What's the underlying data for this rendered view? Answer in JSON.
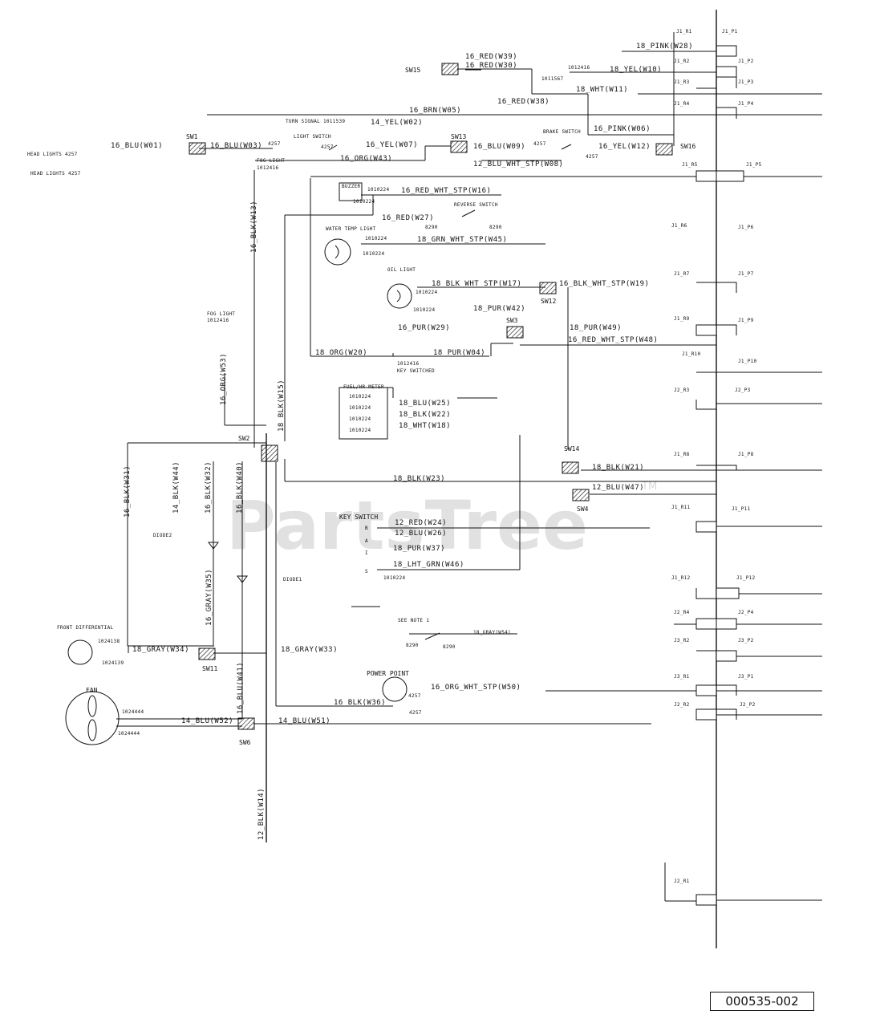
{
  "watermark": {
    "text": "PartsTree",
    "trademark": "TM"
  },
  "drawing_number": "000535-002",
  "connectors": {
    "j1_r1": "J1_R1",
    "j1_p1": "J1_P1",
    "j1_r2": "J1_R2",
    "j1_p2": "J1_P2",
    "j1_r3": "J1_R3",
    "j1_p3": "J1_P3",
    "j1_r4": "J1_R4",
    "j1_p4": "J1_P4",
    "j1_r5": "J1_R5",
    "j1_p5": "J1_P5",
    "j1_r6": "J1_R6",
    "j1_p6": "J1_P6",
    "j1_r7": "J1_R7",
    "j1_p7": "J1_P7",
    "j1_r9": "J1_R9",
    "j1_p9": "J1_P9",
    "j1_r10": "J1_R10",
    "j1_p10": "J1_P10",
    "j2_r3": "J2_R3",
    "j2_p3": "J2_P3",
    "j1_r8": "J1_R8",
    "j1_p8": "J1_P8",
    "j1_r11": "J1_R11",
    "j1_p11": "J1_P11",
    "j1_r12": "J1_R12",
    "j1_p12": "J1_P12",
    "j2_r4": "J2_R4",
    "j2_p4": "J2_P4",
    "j3_r2": "J3_R2",
    "j3_p2": "J3_P2",
    "j3_r1": "J3_R1",
    "j3_p1": "J3_P1",
    "j2_r2": "J2_R2",
    "j2_p2": "J2_P2",
    "j2_r1": "J2_R1"
  },
  "switches": {
    "sw15": "SW15",
    "sw13": "SW13",
    "sw16": "SW16",
    "sw1": "SW1",
    "sw12": "SW12",
    "sw3": "SW3",
    "sw2": "SW2",
    "sw14": "SW14",
    "sw4": "SW4",
    "sw11": "SW11",
    "sw6": "SW6"
  },
  "wires": {
    "w28": "18_PINK(W28)",
    "w39": "16_RED(W39)",
    "w30": "16_RED(W30)",
    "w10": "18_YEL(W10)",
    "w11": "18_WHT(W11)",
    "w38": "16_RED(W38)",
    "w05": "16_BRN(W05)",
    "w02": "14_YEL(W02)",
    "w06": "16_PINK(W06)",
    "w01": "16_BLU(W01)",
    "w03": "16_BLU(W03)",
    "w07": "16_YEL(W07)",
    "w09": "16_BLU(W09)",
    "w12": "16_YEL(W12)",
    "w43": "16_ORG(W43)",
    "w08": "12_BLU_WHT_STP(W08)",
    "w16": "16_RED_WHT_STP(W16)",
    "w27": "16_RED(W27)",
    "w45": "18_GRN_WHT_STP(W45)",
    "w17": "18_BLK_WHT_STP(W17)",
    "w19": "16_BLK_WHT_STP(W19)",
    "w42": "18_PUR(W42)",
    "w29": "16_PUR(W29)",
    "w49": "18_PUR(W49)",
    "w48": "16_RED_WHT_STP(W48)",
    "w20": "18_ORG(W20)",
    "w04": "18_PUR(W04)",
    "w13": "16_BLK(W13)",
    "w53": "16_ORG(W53)",
    "w15": "18_BLK(W15)",
    "w25": "18_BLU(W25)",
    "w22": "18_BLK(W22)",
    "w18": "18_WHT(W18)",
    "w21": "18_BLK(W21)",
    "w23": "18_BLK(W23)",
    "w47": "12_BLU(W47)",
    "w31": "16_BLK(W31)",
    "w44": "14_BLK(W44)",
    "w32": "16_BLK(W32)",
    "w40": "16_BLK(W40)",
    "w24": "12_RED(W24)",
    "w26": "12_BLU(W26)",
    "w37": "18_PUR(W37)",
    "w46": "18_LHT_GRN(W46)",
    "w35": "16_GRAY(W35)",
    "w54": "18_GRAY(W54)",
    "w34": "18_GRAY(W34)",
    "w33": "18_GRAY(W33)",
    "w41": "16_BLU(W41)",
    "w50": "16_ORG_WHT_STP(W50)",
    "w36": "16_BLK(W36)",
    "w52": "14_BLU(W52)",
    "w51": "14_BLU(W51)",
    "w14": "12_BLK(W14)"
  },
  "components": {
    "turn_signal": "TURN SIGNAL 1011539",
    "light_switch": "LIGHT SWITCH",
    "brake_switch": "BRAKE SWITCH",
    "head_lights_1": "HEAD LIGHTS 4257",
    "head_lights_2": "HEAD LIGHTS 4257",
    "fog_light_top": "FOG LIGHT",
    "fog_light_left": "FOG LIGHT",
    "buzzer": "BUZZER",
    "reverse_switch": "REVERSE SWITCH",
    "water_temp_light": "WATER TEMP LIGHT",
    "oil_light": "OIL LIGHT",
    "key_switched": "KEY SWITCHED",
    "fuel_hour_meter": "FUEL/HR METER",
    "key_switch": "KEY SWITCH",
    "diode2": "DIODE2",
    "diode1": "DIODE1",
    "see_note": "SEE NOTE 1",
    "front_differential": "FRONT DIFFERENTIAL",
    "power_point": "POWER POINT",
    "fan": "FAN"
  },
  "key_switch_terminals": {
    "b": "B",
    "a": "A",
    "i": "I",
    "s": "S"
  },
  "part_numbers": {
    "pn_1012416_top": "1012416",
    "pn_1011567": "1011567",
    "pn_4257_a": "4257",
    "pn_4257_b": "4257",
    "pn_4257_c": "4257",
    "pn_4257_d": "4257",
    "pn_1012416_fog": "1012416",
    "pn_1010224_a": "1010224",
    "pn_1010224_b": "1010224",
    "pn_8290_a": "8290",
    "pn_8290_b": "8290",
    "pn_1010224_c": "1010224",
    "pn_1010224_d": "1010224",
    "pn_1010224_e": "1010224",
    "pn_1010224_f": "1010224",
    "pn_1012416_left": "1012416",
    "pn_1012416_key": "1012416",
    "pn_1010224_1": "1010224",
    "pn_1010224_2": "1010224",
    "pn_1010224_3": "1010224",
    "pn_1010224_4": "1010224",
    "pn_1010224_ks": "1010224",
    "pn_8290_c": "8290",
    "pn_8290_d": "8290",
    "pn_1024138_a": "1024138",
    "pn_1024139": "1024139",
    "pn_4257_pp": "4257",
    "pn_1024444_a": "1024444",
    "pn_1024444_b": "1024444"
  }
}
